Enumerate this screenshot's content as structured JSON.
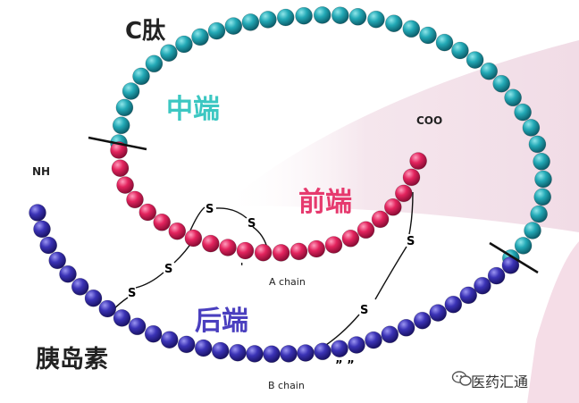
{
  "labels": {
    "c_peptide": "C肽",
    "middle": "中端",
    "front": "前端",
    "back": "后端",
    "insulin": "胰岛素",
    "nh": "NH",
    "coo": "COO",
    "a_chain": "A chain",
    "b_chain": "B chain",
    "disulfide_s": "S",
    "b_mark": "”  ”",
    "a_mark": "'",
    "watermark": "医药汇通"
  },
  "colors": {
    "c_peptide_bead": "#1fa3b0",
    "a_chain_bead": "#e3245e",
    "b_chain_bead": "#3a32b5",
    "middle_text": "#3cc7c2",
    "front_text": "#e63a6e",
    "back_text": "#4a3fbf",
    "background_sweep": "#f6e9ef"
  },
  "icons": {
    "watermark_icon": "wechat-bubble-icon"
  }
}
